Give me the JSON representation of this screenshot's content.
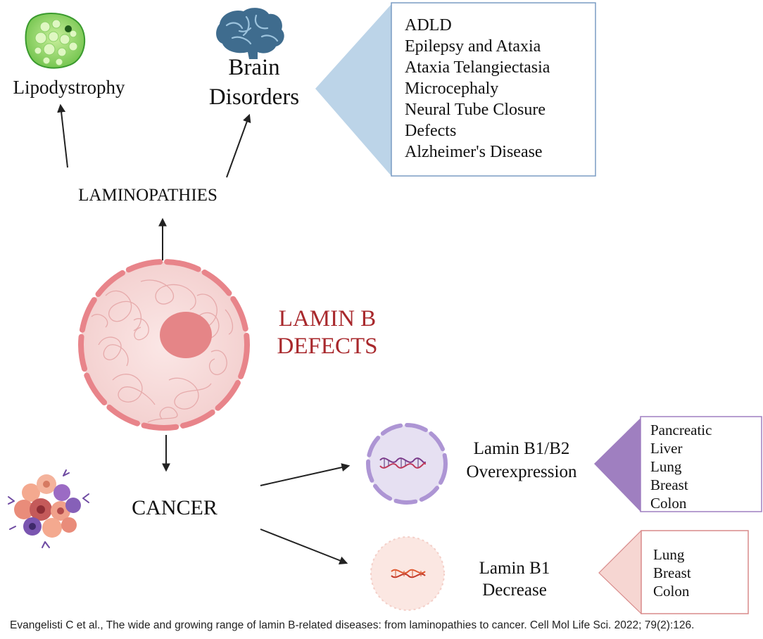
{
  "center": {
    "line1": "LAMIN B",
    "line2": "DEFECTS"
  },
  "laminopathies": {
    "label": "LAMINOPATHIES",
    "lipodystrophy": "Lipodystrophy",
    "brain": {
      "line1": "Brain",
      "line2": "Disorders"
    },
    "brain_list": [
      "ADLD",
      "Epilepsy and Ataxia",
      "Ataxia Telangiectasia",
      "Microcephaly",
      "Neural Tube Closure",
      "Defects",
      "Alzheimer's Disease"
    ]
  },
  "cancer": {
    "label": "CANCER",
    "overexpression": {
      "line1": "Lamin B1/B2",
      "line2": "Overexpression"
    },
    "overexpression_list": [
      "Pancreatic",
      "Liver",
      "Lung",
      "Breast",
      "Colon"
    ],
    "decrease": {
      "line1": "Lamin B1",
      "line2": "Decrease"
    },
    "decrease_list": [
      "Lung",
      "Breast",
      "Colon"
    ]
  },
  "citation": "Evangelisti C et al., The wide and growing range of lamin B-related diseases: from laminopathies to cancer. Cell Mol Life Sci. 2022; 79(2):126.",
  "colors": {
    "lamin_title": "#a8282c",
    "nucleus_fill": "#f6d9d9",
    "nucleus_rim": "#e8848a",
    "blue_callout": "#bcd4e8",
    "blue_border": "#7a9cc4",
    "purple_callout": "#9f7fc0",
    "pink_callout": "#f6d6d2",
    "pink_border": "#d88a8a"
  }
}
